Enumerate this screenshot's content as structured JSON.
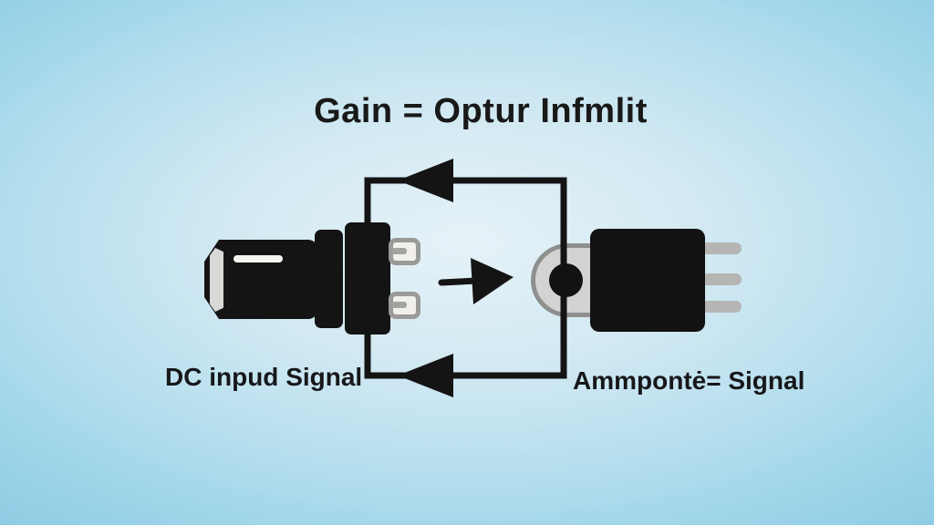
{
  "title": {
    "text": "Gain = Optur Infmlit"
  },
  "labels": {
    "input": "DC inpud Signal",
    "output": "Ammpontė= Signal"
  },
  "diagram": {
    "type": "illustrated-concept-diagram",
    "subject": "amplifier gain with feedback loop",
    "components": [
      {
        "name": "dc-input-plug",
        "description": "black plug connector with two gray prongs, beveled left end with highlight"
      },
      {
        "name": "signal-arrow",
        "description": "black arrow pointing right from plug to transistor"
      },
      {
        "name": "transistor-amplifier",
        "description": "black transistor body with gray mounting tab, round hole, three gray legs"
      },
      {
        "name": "feedback-loop",
        "description": "rectangular wire loop around both components with left-pointing arrowheads on top and bottom runs"
      }
    ],
    "flow": "input plug -> right arrow -> transistor; loop arrows point left (feedback)"
  },
  "colors": {
    "background_center": "#e6f2f8",
    "background_edge": "#8acae2",
    "ink_black": "#141414",
    "gray_fill": "#d3d3d2",
    "gray_outline": "#8f8f8d",
    "leg_gray": "#b5b5b4",
    "highlight_white": "#f4f3f0",
    "text_color": "#17171a"
  }
}
